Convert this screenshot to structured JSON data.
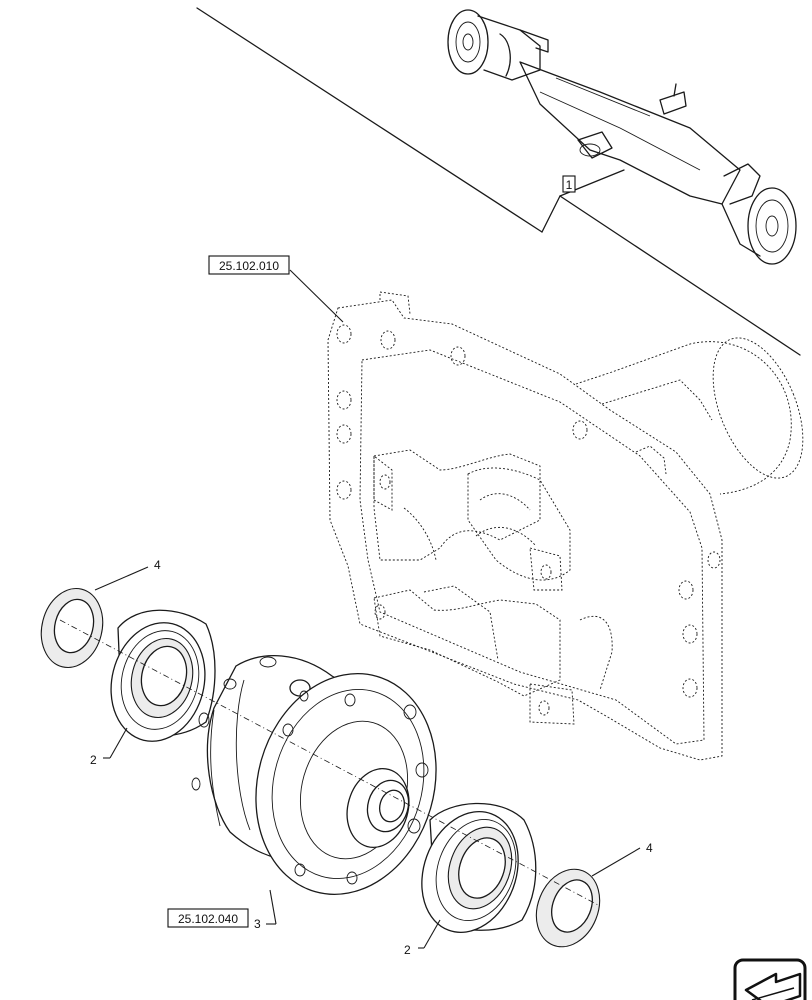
{
  "callouts": {
    "ref_axis": "1",
    "ref_housing": "25.102.010",
    "ref_differential": "25.102.040",
    "item_differential": "3",
    "item_bearing_left": "2",
    "item_bearing_right": "2",
    "item_ring_left": "4",
    "item_ring_right": "4"
  },
  "icons": {
    "navigation": "next-page-arrow-icon"
  }
}
